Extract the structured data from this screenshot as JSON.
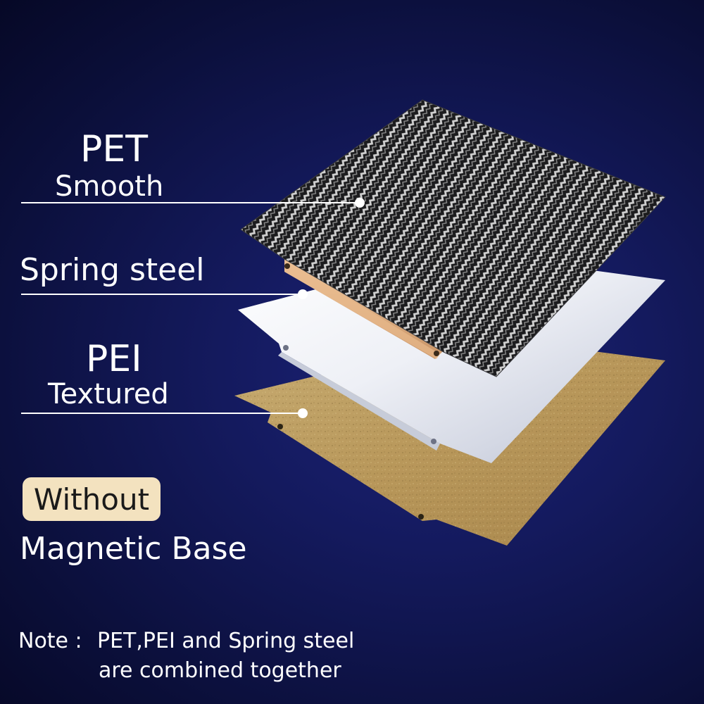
{
  "layers": {
    "top": {
      "title": "PET",
      "subtitle": "Smooth"
    },
    "middle": {
      "title": "Spring steel"
    },
    "bottom": {
      "title": "PEI",
      "subtitle": "Textured"
    }
  },
  "badge": {
    "label": "Without"
  },
  "base_label": "Magnetic Base",
  "note": {
    "prefix": "Note :",
    "line1": "PET,PEI and Spring steel",
    "line2": "are combined together"
  },
  "colors": {
    "background": "#0b0f3a",
    "badge": "#f3e2bf",
    "pei_gold": "#c9a961",
    "steel": "#e8ebf2",
    "carbon": "#2a2a2a",
    "copper": "#e0b48c"
  }
}
